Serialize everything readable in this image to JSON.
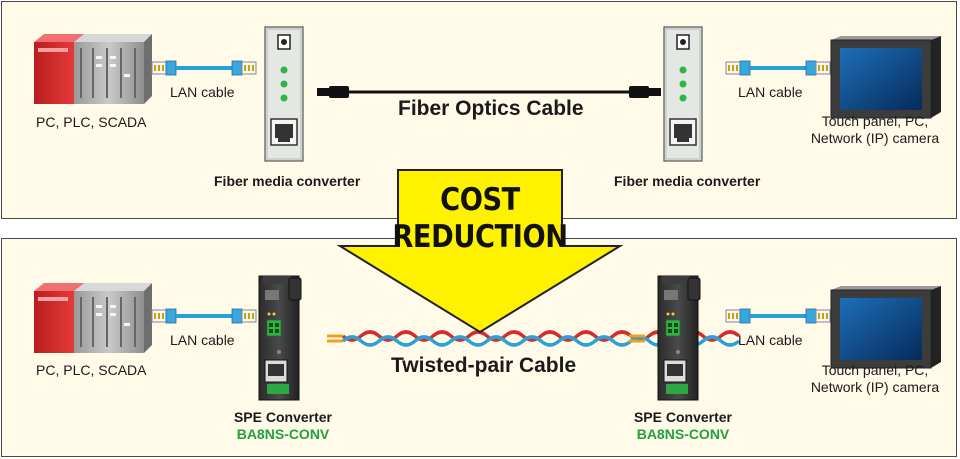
{
  "top": {
    "left_device_label": "PC, PLC, SCADA",
    "lan_cable_left": "LAN cable",
    "converter_left_label": "Fiber media converter",
    "cable_label": "Fiber Optics Cable",
    "converter_right_label": "Fiber media converter",
    "lan_cable_right": "LAN cable",
    "right_device_line1": "Touch panel, PC,",
    "right_device_line2": "Network (IP) camera"
  },
  "arrow": {
    "line1": "COST",
    "line2": "REDUCTION",
    "fill_color": "#fff200"
  },
  "bottom": {
    "left_device_label": "PC, PLC, SCADA",
    "lan_cable_left": "LAN cable",
    "converter_left_label": "SPE Converter",
    "converter_left_model": "BA8NS-CONV",
    "cable_label": "Twisted-pair Cable",
    "converter_right_label": "SPE Converter",
    "converter_right_model": "BA8NS-CONV",
    "lan_cable_right": "LAN cable",
    "right_device_line1": "Touch panel, PC,",
    "right_device_line2": "Network (IP) camera"
  },
  "colors": {
    "panel_bg": "#fffbe8",
    "plc_red": "#d42a2a",
    "model_green": "#1fa23c",
    "lan_blue": "#2a9fd8"
  }
}
